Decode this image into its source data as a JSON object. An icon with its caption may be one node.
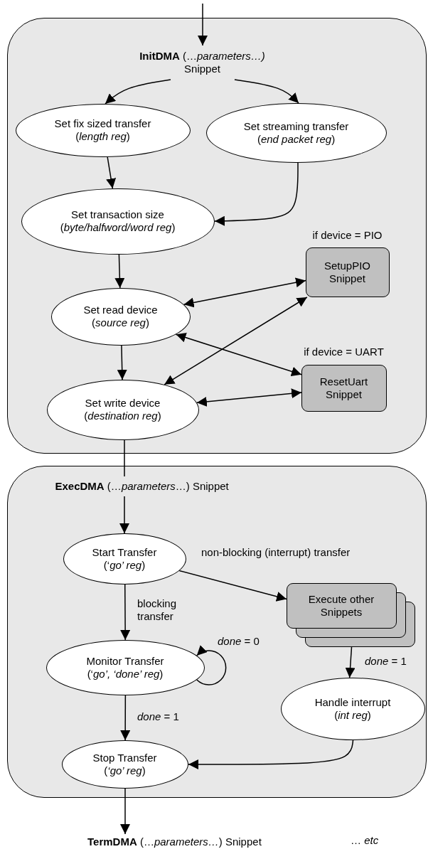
{
  "diagram": {
    "nodes": [
      {
        "text": [],
        "shape": "box"
      },
      {
        "text": [
          "**InitDMA** (…*parameters…)* Snippet"
        ],
        "in": 0
      },
      {
        "text": [
          "Set fix sized transfer (*length reg*)"
        ],
        "in": 0
      },
      {
        "text": [
          "Set streaming transfer (*end packet reg*)"
        ],
        "in": 0
      },
      {
        "text": [
          "Set transaction size (*byte/halfword/word reg*)"
        ],
        "in": 0
      },
      {
        "text": [
          "Set read device (*source reg*)"
        ],
        "in": 0
      },
      {
        "text": [
          "Set write device (*destination reg*)"
        ],
        "in": 0
      },
      {
        "text": [
          "SetupPIO Snippet"
        ],
        "beside": [
          "if device = PIO"
        ],
        "in": 0
      },
      {
        "text": [
          "ResetUart Snippet"
        ],
        "beside": [
          "if device = UART"
        ],
        "in": 0
      },
      {
        "text": [],
        "shape": "box"
      },
      {
        "text": [
          "**ExecDMA** (…*parameters*…) Snippet"
        ],
        "in": 9
      },
      {
        "text": [
          "Start Transfer (‘*go’ reg*)"
        ],
        "in": 9
      },
      {
        "text": [
          "Monitor Transfer (‘*go’, ‘done’ reg*)"
        ],
        "in": 9
      },
      {
        "text": [
          "Execute other Snippets"
        ],
        "in": 9
      },
      {
        "text": [
          "Handle interrupt (*int reg*)"
        ],
        "in": 9
      },
      {
        "text": [
          "Stop Transfer (*‘go’ reg*)"
        ],
        "in": 9
      },
      {
        "text": [
          "**TermDMA** (…*parameters…*) Snippet"
        ]
      }
    ],
    "edges": [
      {
        "from": null,
        "to": 1,
        "arrow": "to"
      },
      {
        "from": 1,
        "to": 2,
        "arrow": "to"
      },
      {
        "from": 1,
        "to": 3,
        "arrow": "to"
      },
      {
        "from": 2,
        "to": 4,
        "arrow": "to"
      },
      {
        "from": 3,
        "to": 4,
        "arrow": "to"
      },
      {
        "from": 4,
        "to": 5,
        "arrow": "to"
      },
      {
        "from": 5,
        "to": 7,
        "arrow": "both"
      },
      {
        "from": 5,
        "to": 8,
        "arrow": "both"
      },
      {
        "from": 5,
        "to": 6,
        "arrow": "to"
      },
      {
        "from": 6,
        "to": 7,
        "arrow": "both"
      },
      {
        "from": 6,
        "to": 8,
        "arrow": "both"
      },
      {
        "from": 6,
        "to": 10,
        "arrow": "none"
      },
      {
        "from": 10,
        "to": 11,
        "arrow": "to"
      },
      {
        "from": 11,
        "to": 12,
        "arrow": "to",
        "label": "blocking transfer"
      },
      {
        "from": 11,
        "to": 13,
        "arrow": "to",
        "label": "non-blocking (interrupt) transfer"
      },
      {
        "from": 12,
        "to": 12,
        "arrow": "to",
        "label": "*done* = 0"
      },
      {
        "from": 13,
        "to": 14,
        "arrow": "to",
        "label": "*done* = 1"
      },
      {
        "from": 12,
        "to": 15,
        "arrow": "to",
        "label": "*done* = 1"
      },
      {
        "from": 14,
        "to": 15,
        "arrow": "to"
      },
      {
        "from": 15,
        "to": 16,
        "arrow": "to"
      }
    ],
    "labels": [
      "… *etc*"
    ]
  }
}
